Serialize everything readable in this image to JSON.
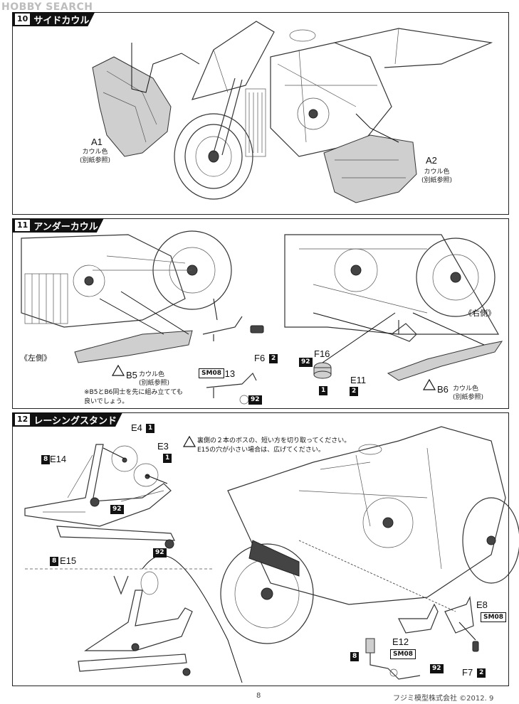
{
  "watermark": "HOBBY SEARCH",
  "steps": [
    {
      "number": "10",
      "title": "サイドカウル",
      "parts": [
        {
          "label": "A1",
          "note": "カウル色\n(別紙参照)"
        },
        {
          "label": "A2",
          "note": "カウル色\n(別紙参照)"
        }
      ]
    },
    {
      "number": "11",
      "title": "アンダーカウル",
      "left_side": "《左側》",
      "right_side": "《右側》",
      "parts": {
        "b5": {
          "label": "B5",
          "note": "カウル色\n(別紙参照)"
        },
        "b6": {
          "label": "B6",
          "note": "カウル色\n(別紙参照)"
        },
        "e13": "E13",
        "e11": "E11",
        "f6": "F6",
        "f16": "F16"
      },
      "badges": {
        "f6": "2",
        "e11": "2",
        "f16": "1"
      },
      "circles": {
        "sm08": "SM08",
        "c92a": "92",
        "c92b": "92"
      },
      "assembly_note": "※B5とB6同士を先に組み立てても\n良いでしょう。"
    },
    {
      "number": "12",
      "title": "レーシングスタンド",
      "parts": {
        "e4": "E4",
        "e3": "E3",
        "e14": "E14",
        "e15": "E15",
        "e8": "E8",
        "e12": "E12",
        "f7": "F7"
      },
      "badges": {
        "e4": "1",
        "e3": "1",
        "e14": "8",
        "e15": "8",
        "f7": "2",
        "e12": "8"
      },
      "circles": {
        "c92a": "92",
        "c92b": "92",
        "c92c": "92",
        "sm08a": "SM08",
        "sm08b": "SM08"
      },
      "warning_note": "裏側の２本のボスの、短い方を切り取ってください。\nE15の穴が小さい場合は、広げてください。"
    }
  ],
  "footer": {
    "page_number": "8",
    "copyright": "フジミ模型株式会社 ©2012. 9"
  }
}
